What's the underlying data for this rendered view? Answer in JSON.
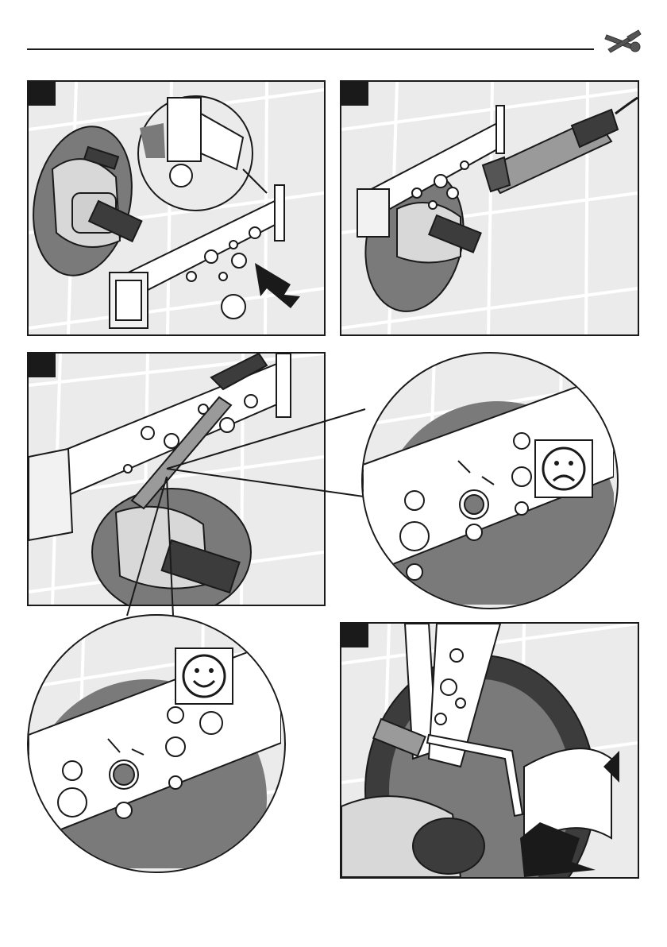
{
  "header": {
    "icon": "wrench-and-screwdriver-icon"
  },
  "steps": [
    {
      "id": "step-1",
      "badge": "",
      "callouts": [
        "",
        ""
      ]
    },
    {
      "id": "step-2",
      "badge": ""
    },
    {
      "id": "step-3",
      "badge": ""
    },
    {
      "id": "step-4",
      "badge": ""
    }
  ],
  "details": [
    {
      "id": "detail-wrong",
      "icon": "sad-face-icon"
    },
    {
      "id": "detail-correct",
      "icon": "happy-face-icon"
    }
  ],
  "colors": {
    "line": "#1a1a1a",
    "tile": "#ebebeb",
    "grout": "#ffffff",
    "plate": "#7a7a7a",
    "dark": "#3c3c3c"
  }
}
